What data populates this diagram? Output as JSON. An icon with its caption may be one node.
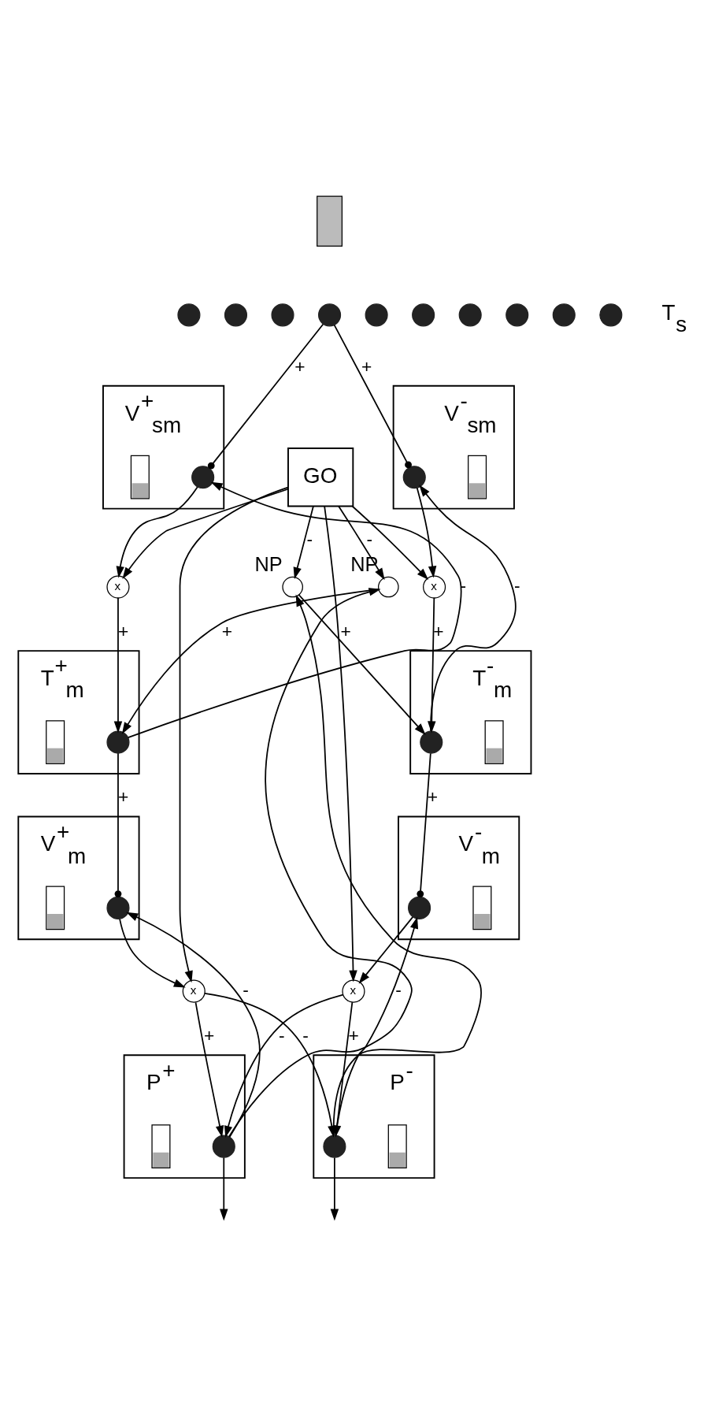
{
  "diagram": {
    "nodes": [
      {
        "text": [],
        "shape": "circle"
      },
      {
        "text": [],
        "shape": "circle"
      },
      {
        "text": [],
        "shape": "circle"
      },
      {
        "text": [],
        "shape": "circle"
      },
      {
        "text": [],
        "shape": "circle"
      },
      {
        "text": [],
        "shape": "circle"
      },
      {
        "text": [],
        "shape": "circle"
      },
      {
        "text": [],
        "shape": "circle"
      },
      {
        "text": [],
        "shape": "circle"
      },
      {
        "text": [],
        "shape": "circle"
      },
      {
        "text": [],
        "shape": "bar"
      },
      {
        "text": [
          "V$^{+}$$_{sm}$"
        ]
      },
      {
        "text": [],
        "shape": "circle",
        "in": 11
      },
      {
        "text": [],
        "shape": "bar",
        "in": 11
      },
      {
        "text": [
          "V$^{-}$$_{sm}$"
        ]
      },
      {
        "text": [],
        "shape": "bar",
        "in": 14
      },
      {
        "text": [],
        "shape": "circle",
        "in": 14
      },
      {
        "text": [
          "x"
        ]
      },
      {
        "text": [
          "x"
        ]
      },
      {
        "text": [
          "GO"
        ]
      },
      {
        "text": [
          "T$^{+}$$_{m}$"
        ]
      },
      {
        "text": [],
        "shape": "circle",
        "in": 20
      },
      {
        "text": [],
        "shape": "bar",
        "in": 20
      },
      {
        "text": [
          "T$^{-}$$_{m}$"
        ]
      },
      {
        "text": [],
        "shape": "bar",
        "in": 23
      },
      {
        "text": [],
        "shape": "circle",
        "in": 23
      },
      {
        "text": [],
        "shape": "circle",
        "beside": [
          "NP"
        ]
      },
      {
        "text": [
          "V$^{+}$$_{m}$"
        ]
      },
      {
        "text": [],
        "shape": "circle",
        "in": 27
      },
      {
        "text": [],
        "shape": "bar",
        "in": 27
      },
      {
        "text": [
          "V$^{-}$$_{m}$"
        ]
      },
      {
        "text": [],
        "shape": "bar",
        "in": 30
      },
      {
        "text": [],
        "shape": "circle",
        "in": 30
      },
      {
        "text": [],
        "shape": "circle",
        "beside": [
          "NP"
        ]
      },
      {
        "text": [
          "x"
        ]
      },
      {
        "text": [
          "x"
        ]
      },
      {
        "text": [
          "P$^{+}$"
        ]
      },
      {
        "text": [],
        "shape": "circle",
        "in": 36
      },
      {
        "text": [],
        "shape": "bar",
        "in": 36
      },
      {
        "text": [
          "P$^{-}$"
        ]
      },
      {
        "text": [],
        "shape": "bar",
        "in": 39
      },
      {
        "text": [],
        "shape": "circle",
        "in": 39
      }
    ],
    "edges": [
      {
        "from": 3,
        "to": 12,
        "arrow": "other",
        "label": "+"
      },
      {
        "from": 3,
        "to": 16,
        "arrow": "other",
        "label": "+"
      },
      {
        "from": 12,
        "to": 17,
        "arrow": "to"
      },
      {
        "from": 16,
        "to": 18,
        "arrow": "to"
      },
      {
        "from": 21,
        "to": 12,
        "arrow": "to",
        "label": "-"
      },
      {
        "from": 25,
        "to": 16,
        "arrow": "to",
        "label": "-"
      },
      {
        "from": 19,
        "to": 17,
        "arrow": "to"
      },
      {
        "from": 19,
        "to": 18,
        "arrow": "to"
      },
      {
        "from": 17,
        "to": 21,
        "arrow": "to",
        "label": "+"
      },
      {
        "from": 18,
        "to": 25,
        "arrow": "to",
        "label": "+"
      },
      {
        "from": 26,
        "to": 21,
        "arrow": "to",
        "label": "+"
      },
      {
        "from": 33,
        "to": 25,
        "arrow": "to",
        "label": "+"
      },
      {
        "from": 21,
        "to": 28,
        "arrow": "other",
        "label": "+"
      },
      {
        "from": 25,
        "to": 32,
        "arrow": "other",
        "label": "+"
      },
      {
        "from": 19,
        "to": 26,
        "arrow": "to",
        "label": "-"
      },
      {
        "from": 19,
        "to": 33,
        "arrow": "to",
        "label": "-"
      },
      {
        "from": 19,
        "to": 34,
        "arrow": "to"
      },
      {
        "from": 19,
        "to": 35,
        "arrow": "to"
      },
      {
        "from": 28,
        "to": 34,
        "arrow": "to"
      },
      {
        "from": 32,
        "to": 35,
        "arrow": "to"
      },
      {
        "from": 37,
        "to": 28,
        "arrow": "to",
        "label": "-"
      },
      {
        "from": 41,
        "to": 32,
        "arrow": "to",
        "label": "-"
      },
      {
        "from": 37,
        "to": 26,
        "arrow": "to"
      },
      {
        "from": 41,
        "to": 33,
        "arrow": "to"
      },
      {
        "from": 34,
        "to": 37,
        "arrow": "to",
        "label": "+"
      },
      {
        "from": 34,
        "to": 41,
        "arrow": "to",
        "label": "-"
      },
      {
        "from": 35,
        "to": 37,
        "arrow": "to",
        "label": "-"
      },
      {
        "from": 35,
        "to": 41,
        "arrow": "to",
        "label": "+"
      },
      {
        "from": 37,
        "to": null,
        "arrow": "to"
      },
      {
        "from": 41,
        "to": null,
        "arrow": "to"
      }
    ],
    "labels": [
      "T$_{s}$"
    ]
  }
}
